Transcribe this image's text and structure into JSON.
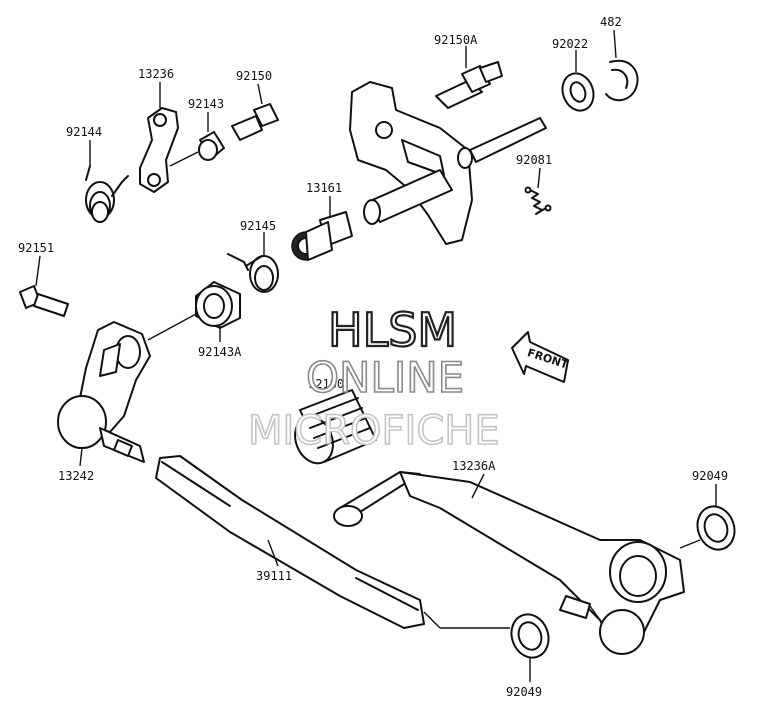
{
  "watermark": {
    "line1": "HLSM",
    "line2": "ONLINE",
    "line3": "MICROFICHE",
    "color_dark": "#222222",
    "color_mid": "#8a8a8a",
    "color_light": "#c4c4c4"
  },
  "front_arrow_label": "FRONT",
  "parts": {
    "p92150A": "92150A",
    "p482": "482",
    "p92022": "92022",
    "p13236": "13236",
    "p92150": "92150",
    "p92143": "92143",
    "p92144": "92144",
    "p92081": "92081",
    "p13161": "13161",
    "p92145": "92145",
    "p92151": "92151",
    "p92143A": "92143A",
    "p92160": "92160",
    "p13242": "13242",
    "p13236A": "13236A",
    "p92049_top": "92049",
    "p39111": "39111",
    "p92049_bottom": "92049"
  },
  "colors": {
    "line": "#111111",
    "background": "#ffffff"
  }
}
